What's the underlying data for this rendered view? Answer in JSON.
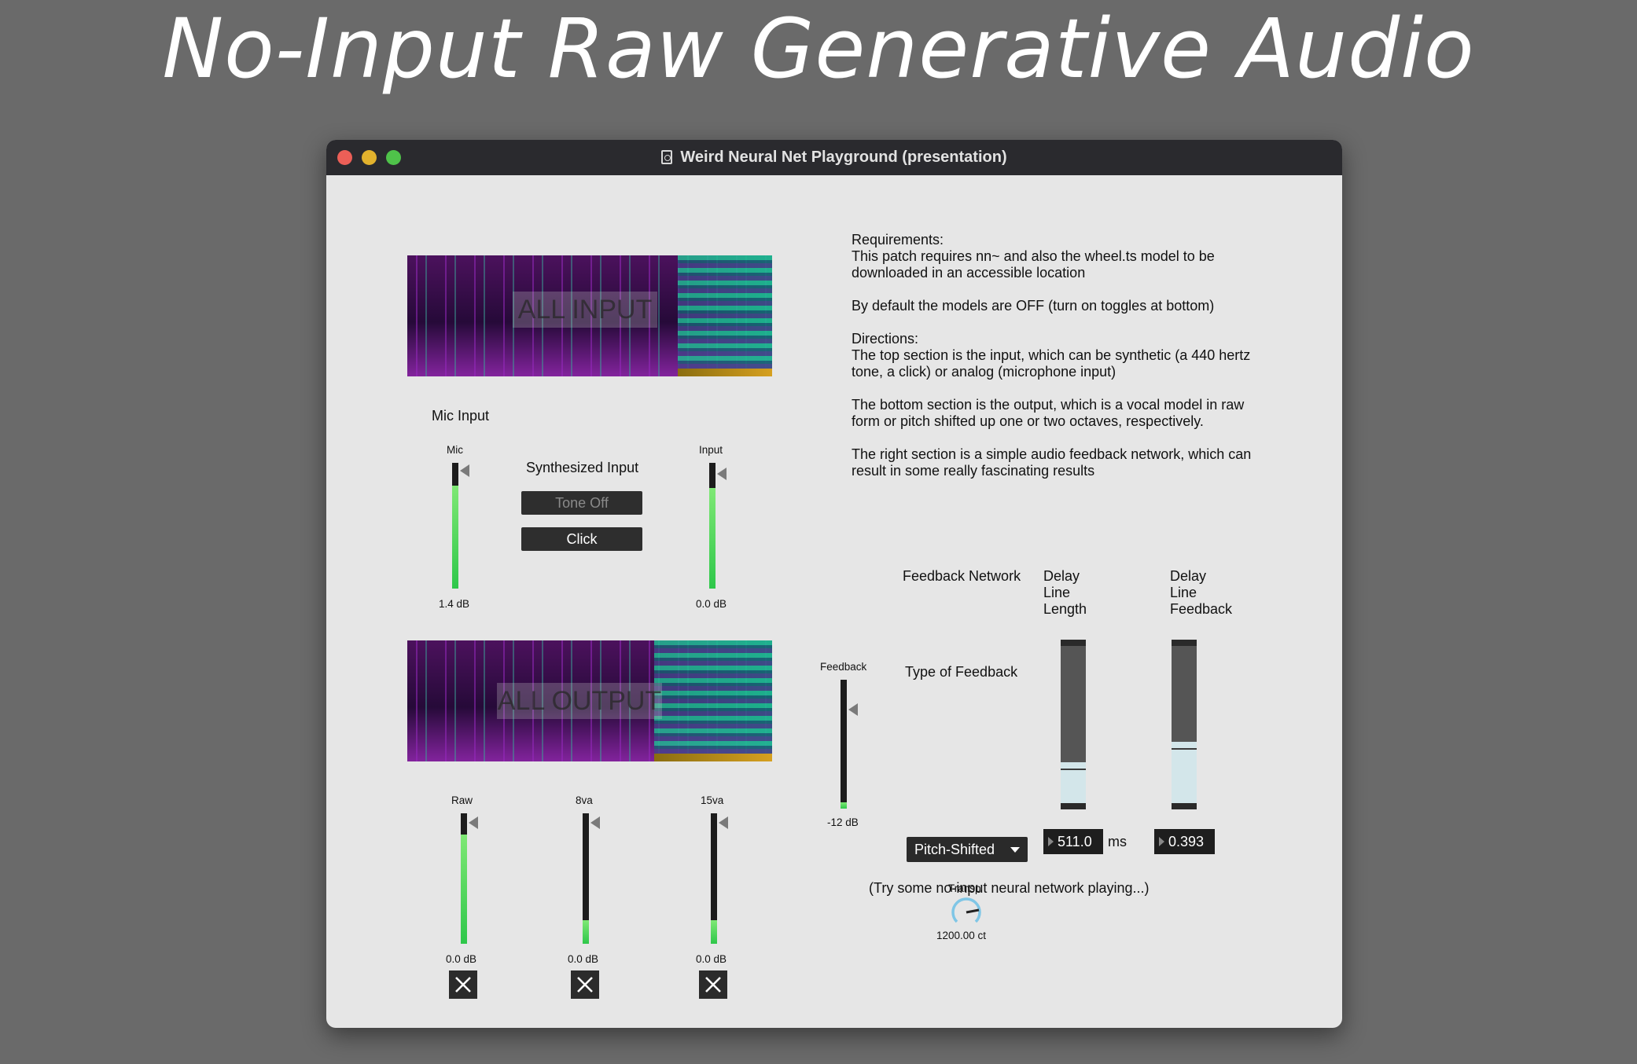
{
  "headline": "No-Input Raw Generative Audio",
  "window": {
    "title": "Weird Neural Net Playground (presentation)"
  },
  "input_section": {
    "scope_label": "ALL INPUT",
    "mic_section_label": "Mic Input",
    "mic_meter": {
      "label": "Mic",
      "value": "1.4 dB",
      "level": 0.82
    },
    "synth_label": "Synthesized Input",
    "tone_button": "Tone Off",
    "click_button": "Click",
    "input_meter": {
      "label": "Input",
      "value": "0.0 dB",
      "level": 0.8
    }
  },
  "output_section": {
    "scope_label": "ALL OUTPUT",
    "meters": [
      {
        "label": "Raw",
        "value": "0.0 dB",
        "level": 0.84
      },
      {
        "label": "8va",
        "value": "0.0 dB",
        "level": 0.18
      },
      {
        "label": "15va",
        "value": "0.0 dB",
        "level": 0.18
      }
    ]
  },
  "info": {
    "requirements_heading": "Requirements:",
    "requirements_text": "This patch requires nn~ and also the wheel.ts model to be downloaded in an accessible location",
    "default_text": "By default the models are OFF (turn on toggles at bottom)",
    "directions_heading": "Directions:",
    "directions_text": "The top section is the input, which can be synthetic (a 440 hertz tone, a click) or analog (microphone input)",
    "bottom_text": "The bottom section is the output, which is a vocal model in raw form or pitch shifted up one or two octaves, respectively.",
    "right_text": "The right section is a simple audio feedback network, which can result in some really fascinating results"
  },
  "feedback": {
    "meter": {
      "label": "Feedback",
      "value": "-12 dB",
      "level": 0.05
    },
    "network_label": "Feedback Network",
    "type_label": "Type of Feedback",
    "type_selected": "Pitch-Shifted",
    "transp_label": "Transp",
    "transp_value": "1200.00 ct",
    "delay_length_label": [
      "Delay",
      "Line",
      "Length"
    ],
    "delay_length_value": "511.0",
    "delay_length_unit": "ms",
    "delay_length_level": 0.26,
    "delay_feedback_label": [
      "Delay",
      "Line",
      "Feedback"
    ],
    "delay_feedback_value": "0.393",
    "delay_feedback_level": 0.39,
    "hint": "(Try some no-input neural network playing...)"
  },
  "colors": {
    "meter_green": "#2ec74a",
    "slider_fill": "#d3e6ea",
    "dial_blue": "#7fc6e6"
  }
}
